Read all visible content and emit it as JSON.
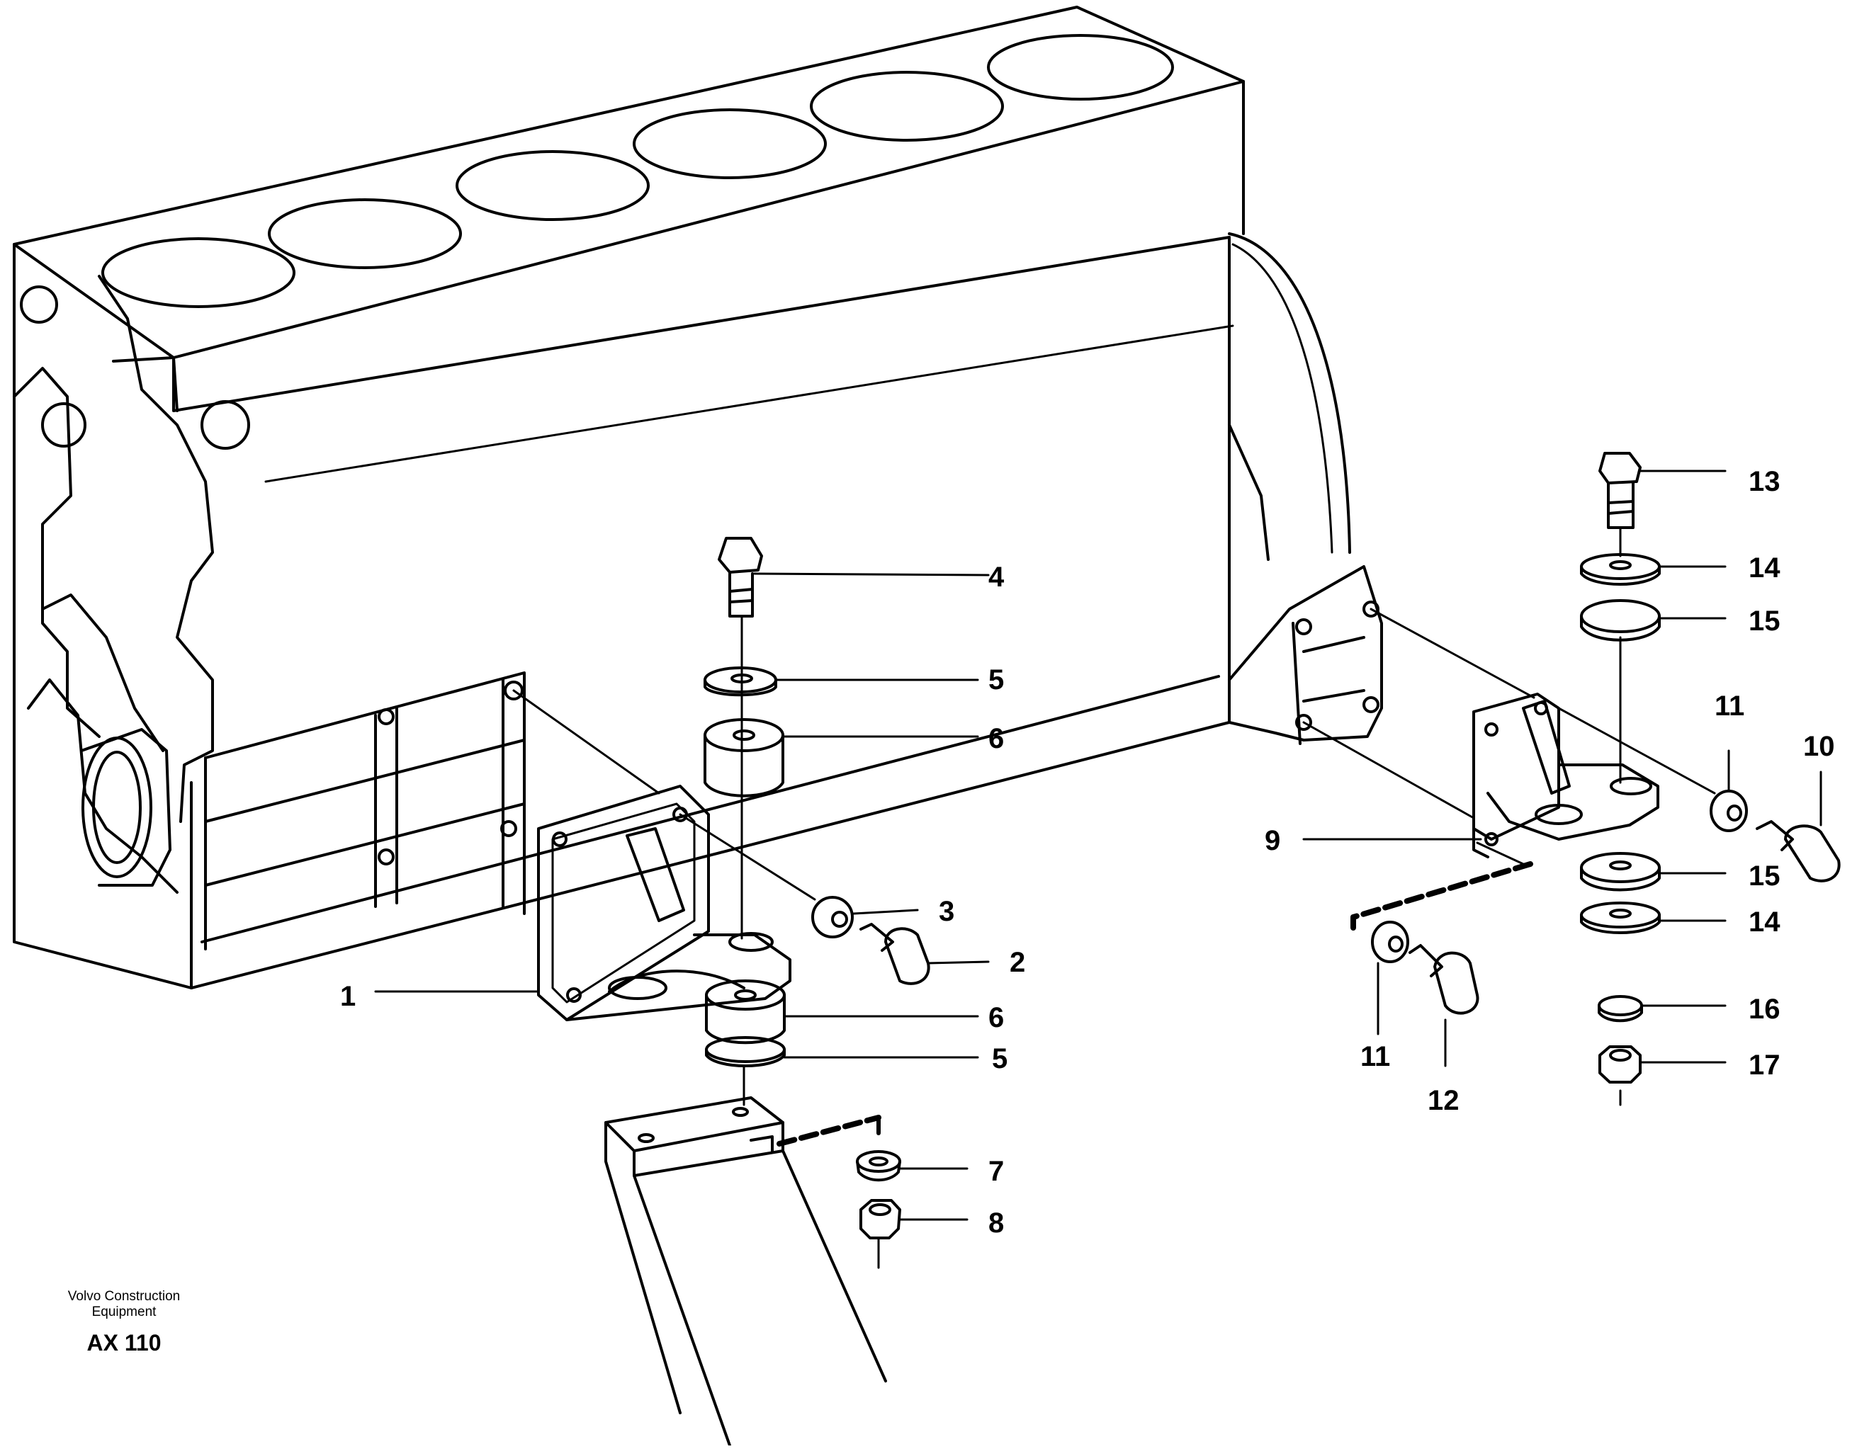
{
  "caption": {
    "company": "Volvo Construction Equipment",
    "drawing_code": "AX 110"
  },
  "callouts": [
    "1",
    "2",
    "3",
    "4",
    "5",
    "6",
    "6",
    "5",
    "7",
    "8",
    "9",
    "10",
    "11",
    "11",
    "12",
    "13",
    "14",
    "15",
    "15",
    "14",
    "16",
    "17"
  ]
}
